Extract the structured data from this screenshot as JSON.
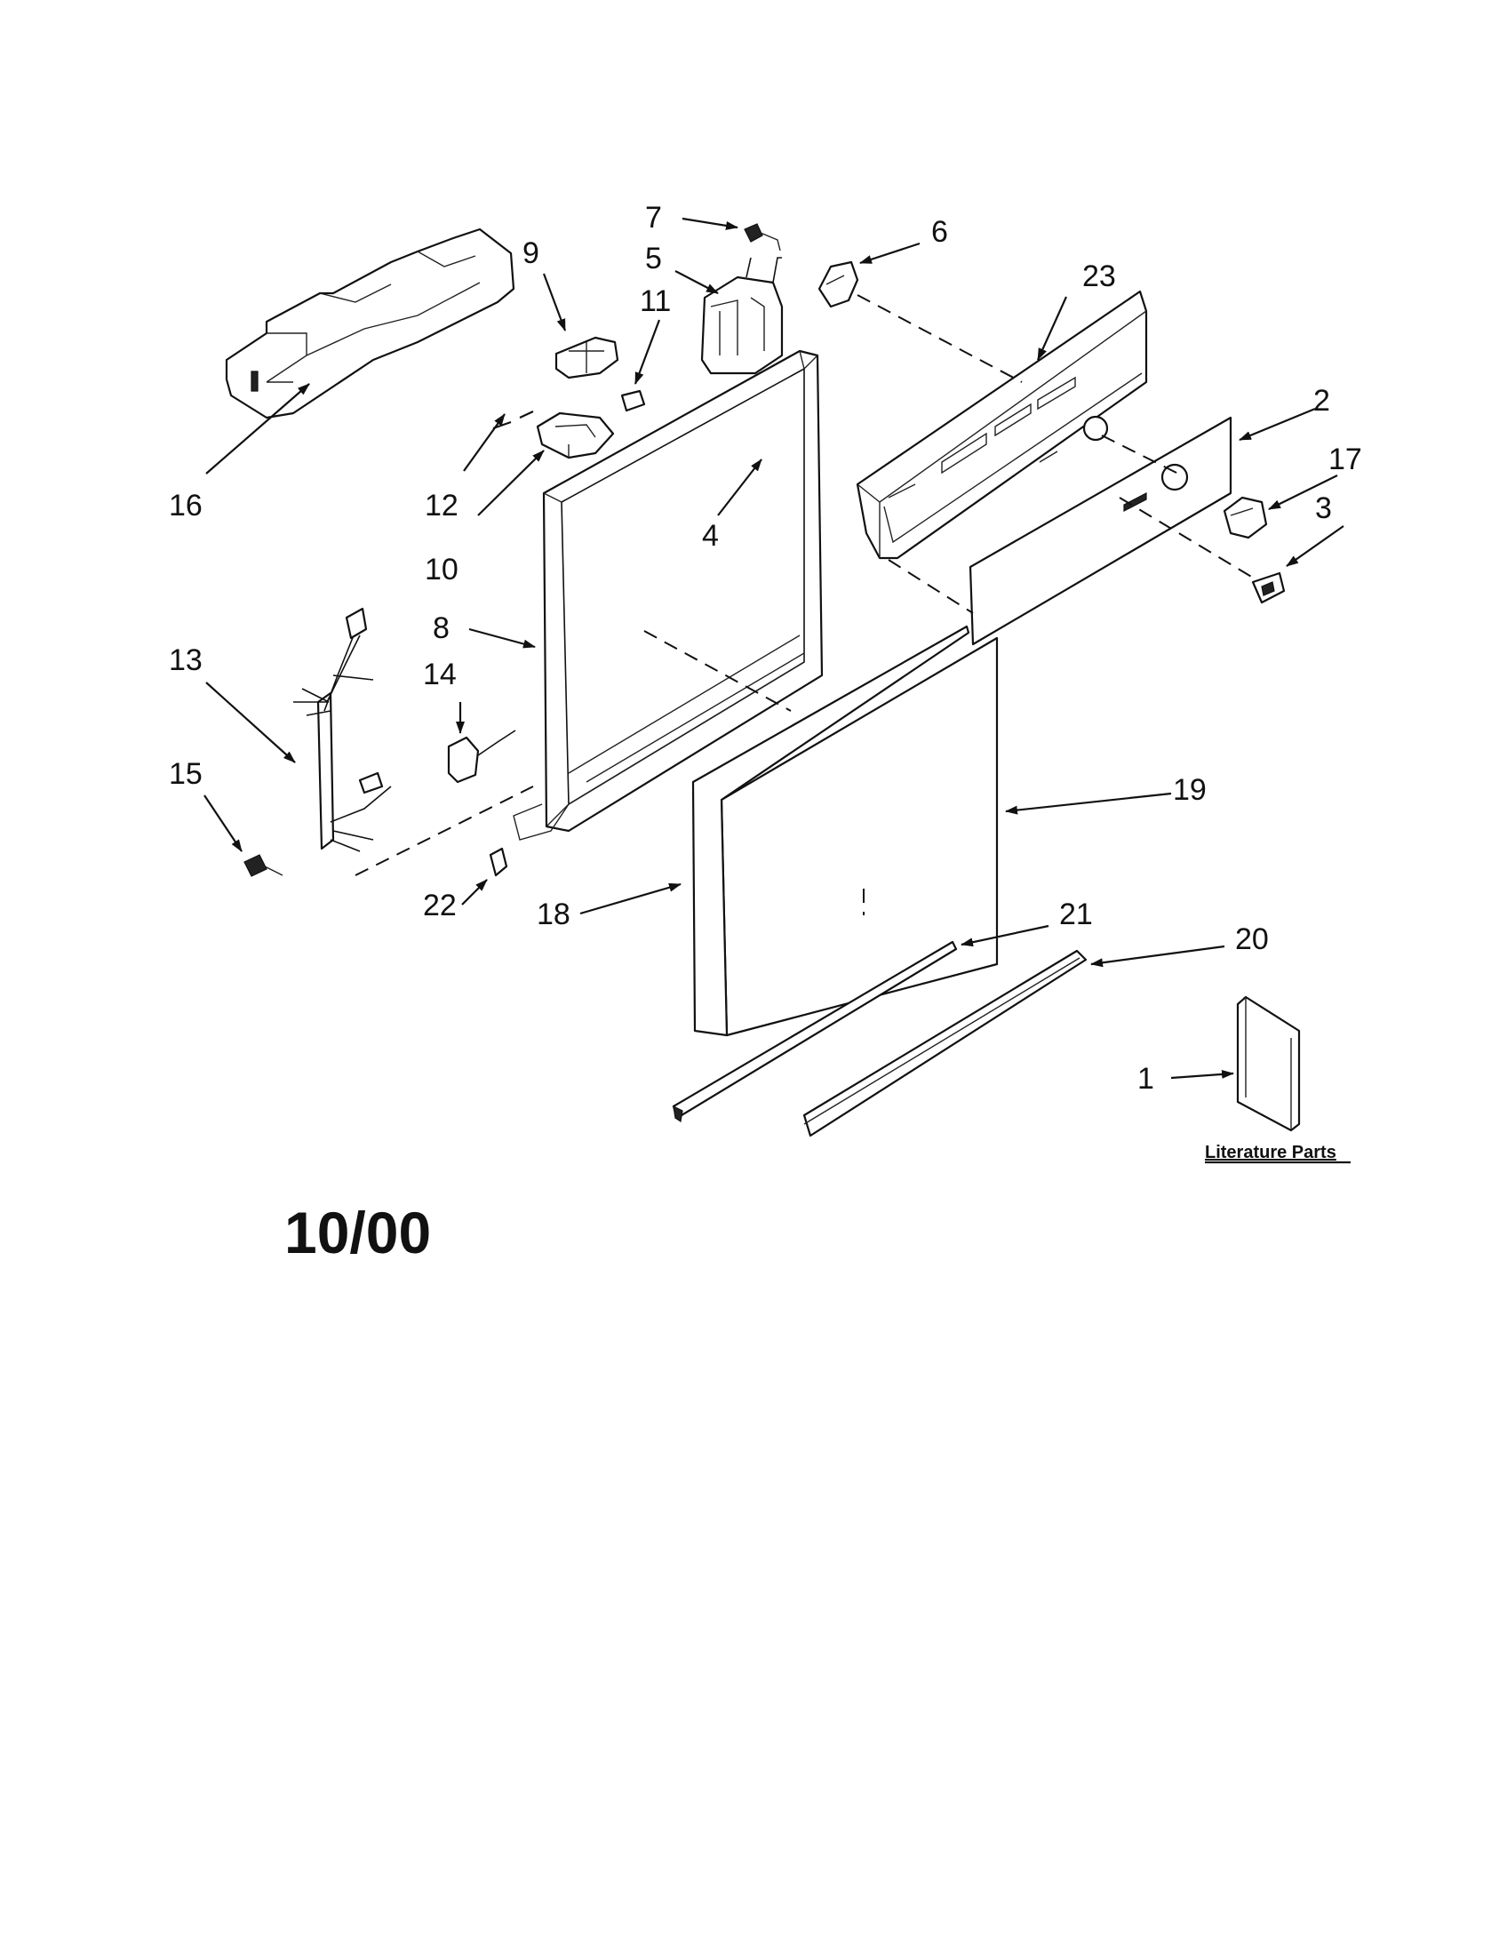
{
  "diagram": {
    "callouts": [
      "1",
      "2",
      "3",
      "4",
      "5",
      "6",
      "7",
      "8",
      "9",
      "10",
      "11",
      "12",
      "13",
      "14",
      "15",
      "16",
      "17",
      "18",
      "19",
      "20",
      "21",
      "22",
      "23"
    ],
    "literature_label": "Literature Parts",
    "date_label": "10/00"
  },
  "colors": {
    "ink": "#111111",
    "paper": "#ffffff"
  }
}
